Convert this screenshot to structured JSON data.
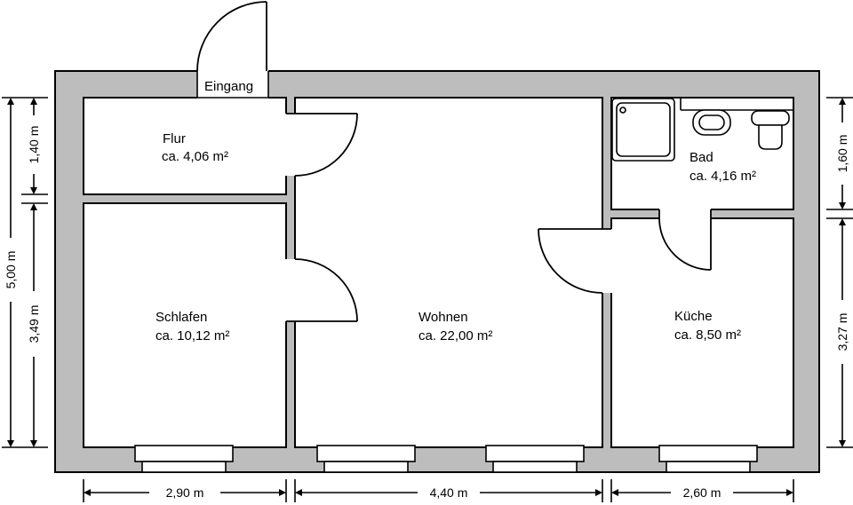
{
  "entrance_label": "Eingang",
  "rooms": {
    "flur": {
      "name": "Flur",
      "area": "ca. 4,06 m²"
    },
    "schlafen": {
      "name": "Schlafen",
      "area": "ca. 10,12 m²"
    },
    "wohnen": {
      "name": "Wohnen",
      "area": "ca. 22,00 m²"
    },
    "bad": {
      "name": "Bad",
      "area": "ca. 4,16 m²"
    },
    "kueche": {
      "name": "Küche",
      "area": "ca. 8,50 m²"
    }
  },
  "dimensions": {
    "bottom": [
      "2,90 m",
      "4,40 m",
      "2,60 m"
    ],
    "left_total": "5,00 m",
    "left_parts": [
      "1,40 m",
      "3,49 m"
    ],
    "right_parts": [
      "1,60 m",
      "3,27 m"
    ]
  }
}
